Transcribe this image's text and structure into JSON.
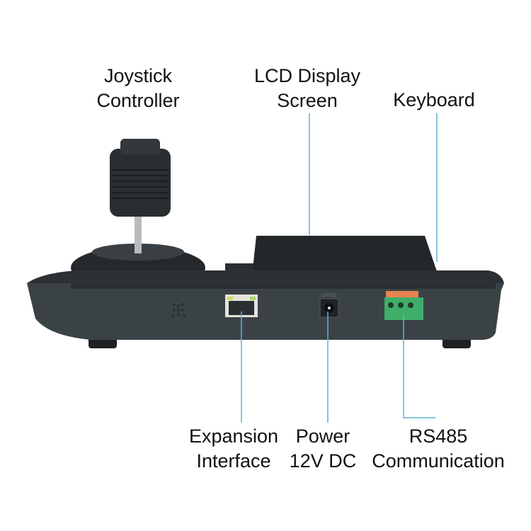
{
  "labels": {
    "joystick": [
      "Joystick",
      "Controller"
    ],
    "lcd": [
      "LCD Display",
      "Screen"
    ],
    "keyboard": [
      "Keyboard"
    ],
    "expansion": [
      "Expansion",
      "Interface"
    ],
    "power": [
      "Power",
      "12V DC"
    ],
    "rs485": [
      "RS485",
      "Communication"
    ]
  },
  "device_markings": {
    "power_port": "12VDC"
  },
  "colors": {
    "callout_line": "#5ab4d6",
    "body": "#2f3438",
    "terminal_block": "#3fae6a",
    "terminal_clips": "#e8834f"
  }
}
